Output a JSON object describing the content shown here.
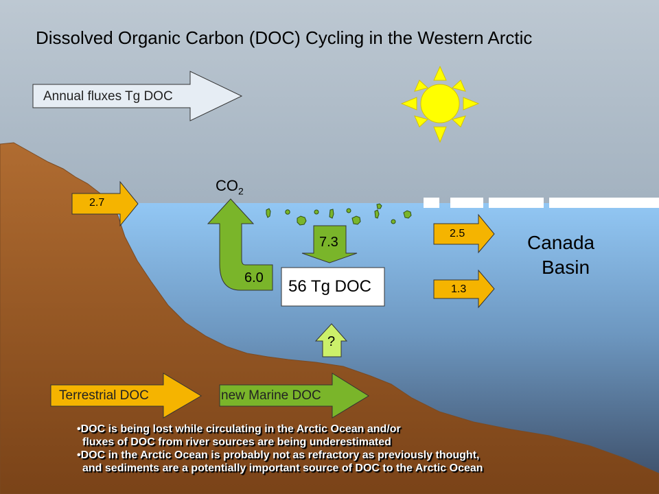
{
  "title": "Dissolved Organic Carbon (DOC) Cycling in the Western Arctic",
  "legend_arrow": "Annual fluxes Tg DOC",
  "labels": {
    "co2": "CO",
    "co2_sub": "2",
    "canada_line1": "Canada",
    "canada_line2": "Basin",
    "pool": "56 Tg DOC",
    "unknown": "?",
    "terrestrial": "Terrestrial DOC",
    "marine": "new Marine DOC"
  },
  "fluxes": {
    "river_input": "2.7",
    "production": "7.3",
    "respiration": "6.0",
    "export_upper": "2.5",
    "export_lower": "1.3"
  },
  "bullets": [
    "•DOC is being lost while circulating in the Arctic Ocean and/or",
    "fluxes of DOC from river sources are being underestimated",
    "•DOC in the Arctic Ocean is probably not as refractory as previously thought,",
    "and sediments are a potentially important source of DOC to the Arctic Ocean"
  ],
  "colors": {
    "sky": "#a9b6c3",
    "sea_top": "#8fc2f0",
    "sea_bottom": "#3d4e68",
    "land": "#a9652e",
    "orange_arrow": "#f5b400",
    "green_arrow": "#7ab52a",
    "sun": "#ffff00"
  }
}
